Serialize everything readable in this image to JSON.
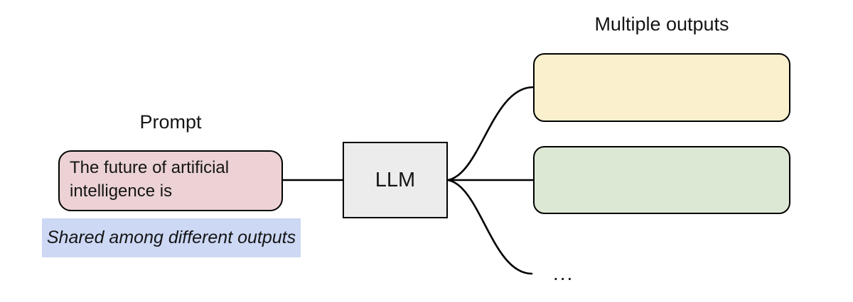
{
  "diagram": {
    "prompt": {
      "label": "Prompt",
      "box_text": "The future of artificial\nintelligence is",
      "note": "Shared among different outputs"
    },
    "llm": {
      "label": "LLM"
    },
    "outputs": {
      "label": "Multiple outputs",
      "ellipsis": "..."
    },
    "colors": {
      "prompt_fill": "#ecd2d4",
      "note_fill": "#ccd8f4",
      "llm_fill": "#ececec",
      "output_top_fill": "#faf0cd",
      "output_bottom_fill": "#dde8d4",
      "stroke": "#000000"
    }
  }
}
